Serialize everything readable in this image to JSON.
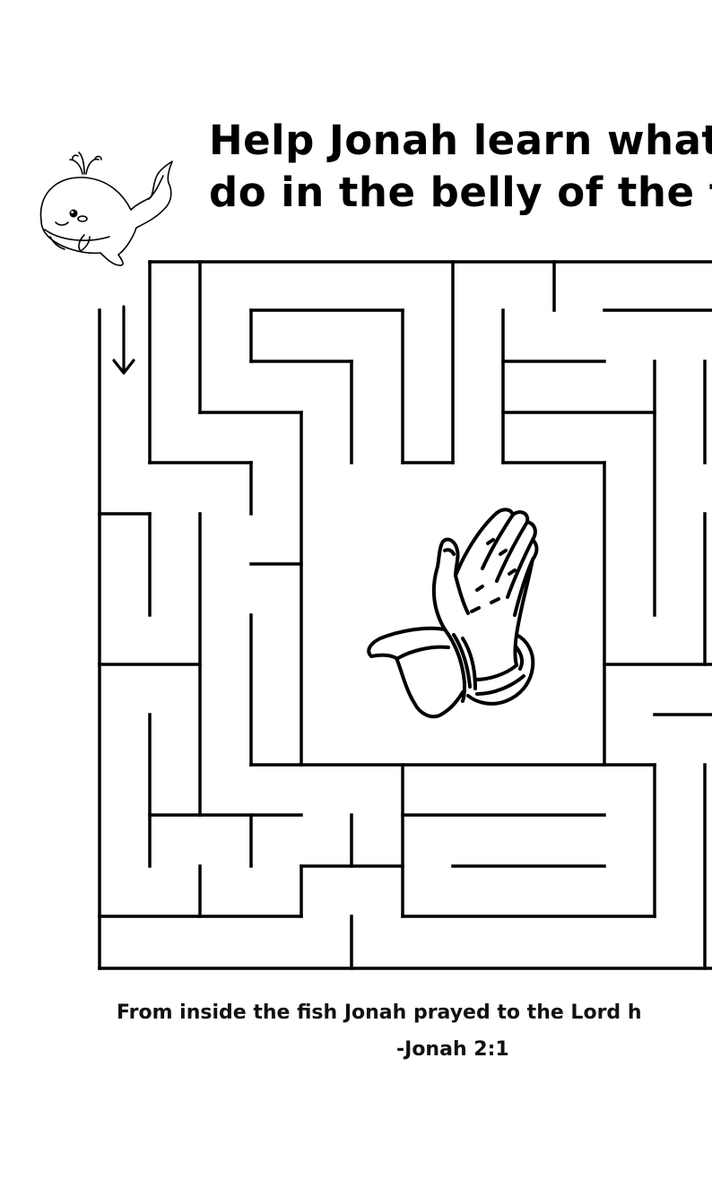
{
  "title": {
    "line1": "Help Jonah learn what",
    "line2": "do in the belly of the f"
  },
  "verse": {
    "text": "From inside the fish Jonah prayed to the Lord h",
    "reference": "-Jonah 2:1"
  },
  "icons": {
    "whale": "whale-icon",
    "start_arrow": "arrow-down-icon",
    "goal": "praying-hands-icon"
  },
  "colors": {
    "ink": "#000000",
    "paper": "#ffffff"
  }
}
